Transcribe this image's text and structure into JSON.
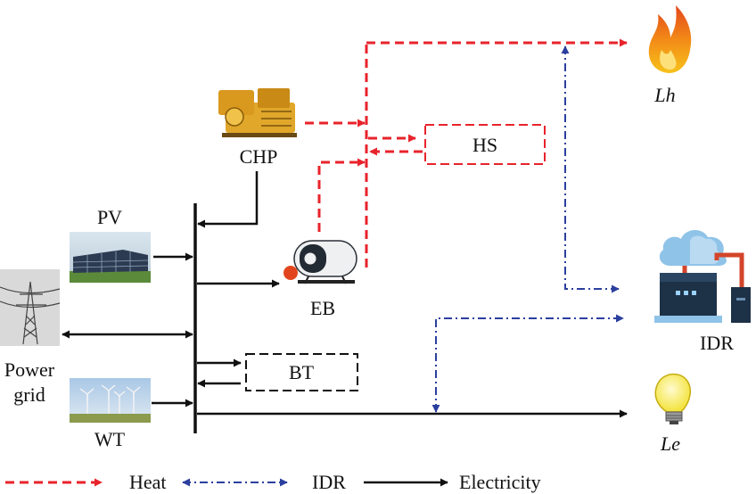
{
  "components": {
    "chp": "CHP",
    "pv": "PV",
    "eb": "EB",
    "hs": "HS",
    "bt": "BT",
    "wt": "WT",
    "power_grid_line1": "Power",
    "power_grid_line2": "grid",
    "idr": "IDR",
    "lh": "Lh",
    "le": "Le"
  },
  "legend": {
    "heat": "Heat",
    "idr": "IDR",
    "electricity": "Electricity"
  },
  "colors": {
    "heat": "#e8232b",
    "idr": "#2b3f9e",
    "electricity": "#111111"
  },
  "icons": {
    "chp": "chp-generator-icon",
    "pv": "solar-panel-photo",
    "wt": "wind-turbine-photo",
    "grid": "transmission-tower-photo",
    "eb": "electric-boiler-icon",
    "lh": "flame-icon",
    "le": "light-bulb-icon",
    "idr": "cloud-server-icon"
  }
}
